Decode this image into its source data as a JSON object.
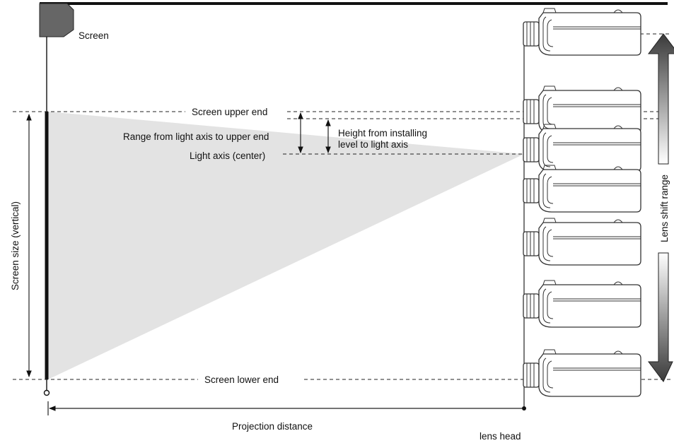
{
  "labels": {
    "screen": "Screen",
    "screen_upper_end": "Screen upper end",
    "range_light_axis_upper": "Range from light axis to upper end",
    "height_line1": "Height from installing",
    "height_line2": "level to light axis",
    "light_axis": "Light axis (center)",
    "screen_size_vertical": "Screen size (vertical)",
    "lens_shift_range": "Lens shift range",
    "screen_lower_end": "Screen lower end",
    "projection_distance": "Projection distance",
    "lens_head": "lens head"
  },
  "colors": {
    "line": "#111111",
    "projection_beam": "#e3e3e3",
    "screen_housing": "#666666",
    "arrow_gradient_dark": "#333333",
    "arrow_gradient_light": "#ffffff"
  },
  "projector_count": 7
}
